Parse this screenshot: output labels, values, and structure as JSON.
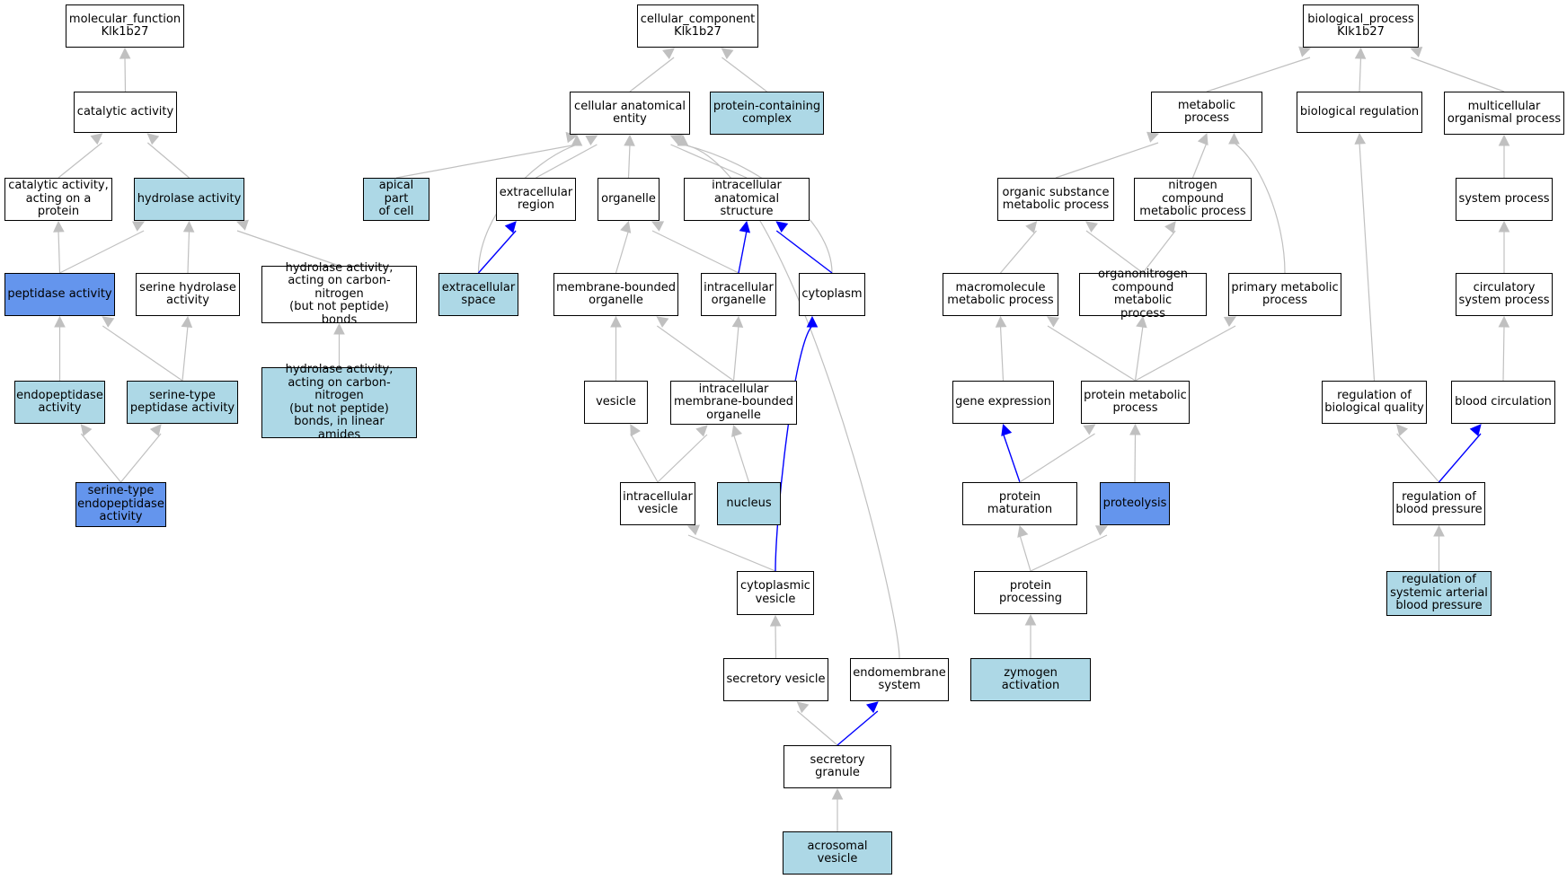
{
  "colors": {
    "plain": "#ffffff",
    "light": "#add8e6",
    "highlight": "#6495ed",
    "edge_default": "#c0c0c0",
    "edge_highlight": "#0000ff"
  },
  "nodes": {
    "mf_root": {
      "label": "molecular_function\nKlk1b27",
      "color": "plain"
    },
    "cat_act": {
      "label": "catalytic activity",
      "color": "plain"
    },
    "cat_prot": {
      "label": "catalytic activity,\nacting on a\nprotein",
      "color": "plain"
    },
    "hydro": {
      "label": "hydrolase activity",
      "color": "light"
    },
    "pept": {
      "label": "peptidase activity",
      "color": "highlight"
    },
    "ser_hyd": {
      "label": "serine hydrolase\nactivity",
      "color": "plain"
    },
    "hyd_cn": {
      "label": "hydrolase activity,\nacting on carbon-nitrogen\n(but not peptide)\nbonds",
      "color": "plain"
    },
    "endopep": {
      "label": "endopeptidase\nactivity",
      "color": "light"
    },
    "ser_pep": {
      "label": "serine-type\npeptidase activity",
      "color": "light"
    },
    "hyd_cnl": {
      "label": "hydrolase activity,\nacting on carbon-nitrogen\n(but not peptide)\nbonds, in linear\namides",
      "color": "light"
    },
    "ser_endo": {
      "label": "serine-type\nendopeptidase\nactivity",
      "color": "highlight"
    },
    "cc_root": {
      "label": "cellular_component\nKlk1b27",
      "color": "plain"
    },
    "cae": {
      "label": "cellular anatomical\nentity",
      "color": "plain"
    },
    "pcc": {
      "label": "protein-containing\ncomplex",
      "color": "light"
    },
    "apical": {
      "label": "apical part\nof cell",
      "color": "light"
    },
    "ext_reg": {
      "label": "extracellular\nregion",
      "color": "plain"
    },
    "organelle": {
      "label": "organelle",
      "color": "plain"
    },
    "ias": {
      "label": "intracellular\nanatomical structure",
      "color": "plain"
    },
    "ext_sp": {
      "label": "extracellular\nspace",
      "color": "light"
    },
    "mbo": {
      "label": "membrane-bounded\norganelle",
      "color": "plain"
    },
    "io": {
      "label": "intracellular\norganelle",
      "color": "plain"
    },
    "cyto": {
      "label": "cytoplasm",
      "color": "plain"
    },
    "vesicle": {
      "label": "vesicle",
      "color": "plain"
    },
    "imbo": {
      "label": "intracellular\nmembrane-bounded\norganelle",
      "color": "plain"
    },
    "ivesicle": {
      "label": "intracellular\nvesicle",
      "color": "plain"
    },
    "nucleus": {
      "label": "nucleus",
      "color": "light"
    },
    "cvesicle": {
      "label": "cytoplasmic\nvesicle",
      "color": "plain"
    },
    "secves": {
      "label": "secretory vesicle",
      "color": "plain"
    },
    "endo": {
      "label": "endomembrane\nsystem",
      "color": "plain"
    },
    "secgran": {
      "label": "secretory granule",
      "color": "plain"
    },
    "acro": {
      "label": "acrosomal vesicle",
      "color": "light"
    },
    "bp_root": {
      "label": "biological_process\nKlk1b27",
      "color": "plain"
    },
    "metab": {
      "label": "metabolic process",
      "color": "plain"
    },
    "bioreg": {
      "label": "biological regulation",
      "color": "plain"
    },
    "multi": {
      "label": "multicellular\norganismal process",
      "color": "plain"
    },
    "osm": {
      "label": "organic substance\nmetabolic process",
      "color": "plain"
    },
    "ncm": {
      "label": "nitrogen compound\nmetabolic process",
      "color": "plain"
    },
    "syspro": {
      "label": "system process",
      "color": "plain"
    },
    "macro": {
      "label": "macromolecule\nmetabolic process",
      "color": "plain"
    },
    "oncm": {
      "label": "organonitrogen\ncompound metabolic\nprocess",
      "color": "plain"
    },
    "pmp": {
      "label": "primary metabolic\nprocess",
      "color": "plain"
    },
    "circ": {
      "label": "circulatory\nsystem process",
      "color": "plain"
    },
    "geneexp": {
      "label": "gene expression",
      "color": "plain"
    },
    "protmet": {
      "label": "protein metabolic\nprocess",
      "color": "plain"
    },
    "regbq": {
      "label": "regulation of\nbiological quality",
      "color": "plain"
    },
    "bloodc": {
      "label": "blood circulation",
      "color": "plain"
    },
    "protmat": {
      "label": "protein maturation",
      "color": "plain"
    },
    "proteo": {
      "label": "proteolysis",
      "color": "highlight"
    },
    "regbp": {
      "label": "regulation of\nblood pressure",
      "color": "plain"
    },
    "protproc": {
      "label": "protein processing",
      "color": "plain"
    },
    "regsab": {
      "label": "regulation of\nsystemic arterial\nblood pressure",
      "color": "light"
    },
    "zymo": {
      "label": "zymogen activation",
      "color": "light"
    }
  },
  "edges": [
    {
      "from": "cat_act",
      "to": "mf_root",
      "highlight": false
    },
    {
      "from": "cat_prot",
      "to": "cat_act",
      "highlight": false
    },
    {
      "from": "hydro",
      "to": "cat_act",
      "highlight": false
    },
    {
      "from": "pept",
      "to": "cat_prot",
      "highlight": false
    },
    {
      "from": "pept",
      "to": "hydro",
      "highlight": false
    },
    {
      "from": "ser_hyd",
      "to": "hydro",
      "highlight": false
    },
    {
      "from": "hyd_cn",
      "to": "hydro",
      "highlight": false
    },
    {
      "from": "endopep",
      "to": "pept",
      "highlight": false
    },
    {
      "from": "ser_pep",
      "to": "pept",
      "highlight": false
    },
    {
      "from": "ser_pep",
      "to": "ser_hyd",
      "highlight": false
    },
    {
      "from": "hyd_cnl",
      "to": "hyd_cn",
      "highlight": false
    },
    {
      "from": "ser_endo",
      "to": "endopep",
      "highlight": false
    },
    {
      "from": "ser_endo",
      "to": "ser_pep",
      "highlight": false
    },
    {
      "from": "cae",
      "to": "cc_root",
      "highlight": false
    },
    {
      "from": "pcc",
      "to": "cc_root",
      "highlight": false
    },
    {
      "from": "apical",
      "to": "cae",
      "highlight": false
    },
    {
      "from": "ext_reg",
      "to": "cae",
      "highlight": false
    },
    {
      "from": "organelle",
      "to": "cae",
      "highlight": false
    },
    {
      "from": "ias",
      "to": "cae",
      "highlight": false
    },
    {
      "from": "ext_sp",
      "to": "cae",
      "highlight": false,
      "curve": true
    },
    {
      "from": "cyto",
      "to": "cae",
      "highlight": false,
      "curve": true
    },
    {
      "from": "endo",
      "to": "cae",
      "highlight": false,
      "curve": true
    },
    {
      "from": "ext_sp",
      "to": "ext_reg",
      "highlight": true
    },
    {
      "from": "mbo",
      "to": "organelle",
      "highlight": false
    },
    {
      "from": "io",
      "to": "organelle",
      "highlight": false
    },
    {
      "from": "io",
      "to": "ias",
      "highlight": true
    },
    {
      "from": "cyto",
      "to": "ias",
      "highlight": true
    },
    {
      "from": "vesicle",
      "to": "mbo",
      "highlight": false
    },
    {
      "from": "imbo",
      "to": "mbo",
      "highlight": false
    },
    {
      "from": "imbo",
      "to": "io",
      "highlight": false
    },
    {
      "from": "ivesicle",
      "to": "vesicle",
      "highlight": false
    },
    {
      "from": "ivesicle",
      "to": "imbo",
      "highlight": false
    },
    {
      "from": "nucleus",
      "to": "imbo",
      "highlight": false
    },
    {
      "from": "cvesicle",
      "to": "ivesicle",
      "highlight": false
    },
    {
      "from": "cvesicle",
      "to": "cyto",
      "highlight": true,
      "curve": true
    },
    {
      "from": "secves",
      "to": "cvesicle",
      "highlight": false
    },
    {
      "from": "secgran",
      "to": "secves",
      "highlight": false
    },
    {
      "from": "secgran",
      "to": "endo",
      "highlight": true
    },
    {
      "from": "acro",
      "to": "secgran",
      "highlight": false
    },
    {
      "from": "metab",
      "to": "bp_root",
      "highlight": false
    },
    {
      "from": "bioreg",
      "to": "bp_root",
      "highlight": false
    },
    {
      "from": "multi",
      "to": "bp_root",
      "highlight": false
    },
    {
      "from": "osm",
      "to": "metab",
      "highlight": false
    },
    {
      "from": "ncm",
      "to": "metab",
      "highlight": false
    },
    {
      "from": "pmp",
      "to": "metab",
      "highlight": false,
      "curve": true
    },
    {
      "from": "syspro",
      "to": "multi",
      "highlight": false
    },
    {
      "from": "macro",
      "to": "osm",
      "highlight": false
    },
    {
      "from": "oncm",
      "to": "osm",
      "highlight": false
    },
    {
      "from": "oncm",
      "to": "ncm",
      "highlight": false
    },
    {
      "from": "circ",
      "to": "syspro",
      "highlight": false
    },
    {
      "from": "geneexp",
      "to": "macro",
      "highlight": false
    },
    {
      "from": "protmet",
      "to": "macro",
      "highlight": false
    },
    {
      "from": "protmet",
      "to": "oncm",
      "highlight": false
    },
    {
      "from": "protmet",
      "to": "pmp",
      "highlight": false
    },
    {
      "from": "regbq",
      "to": "bioreg",
      "highlight": false
    },
    {
      "from": "bloodc",
      "to": "circ",
      "highlight": false
    },
    {
      "from": "protmat",
      "to": "geneexp",
      "highlight": true
    },
    {
      "from": "protmat",
      "to": "protmet",
      "highlight": false
    },
    {
      "from": "proteo",
      "to": "protmet",
      "highlight": false
    },
    {
      "from": "regbp",
      "to": "regbq",
      "highlight": false
    },
    {
      "from": "regbp",
      "to": "bloodc",
      "highlight": true
    },
    {
      "from": "protproc",
      "to": "protmat",
      "highlight": false
    },
    {
      "from": "protproc",
      "to": "proteo",
      "highlight": false
    },
    {
      "from": "regsab",
      "to": "regbp",
      "highlight": false
    },
    {
      "from": "zymo",
      "to": "protproc",
      "highlight": false
    }
  ]
}
